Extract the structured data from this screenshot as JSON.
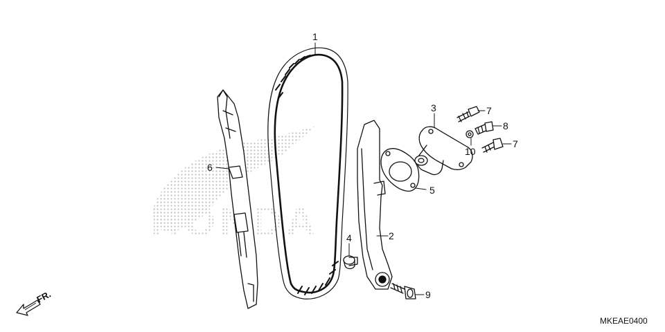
{
  "diagram": {
    "watermark_text": "HONDA",
    "diagram_code": "MKEAE0400",
    "front_label": "FR.",
    "callouts": [
      "1",
      "2",
      "3",
      "4",
      "5",
      "6",
      "7",
      "8",
      "10",
      "7",
      "9"
    ],
    "colors": {
      "line": "#111111",
      "watermark": "#c4c4c4",
      "background": "#ffffff"
    }
  }
}
